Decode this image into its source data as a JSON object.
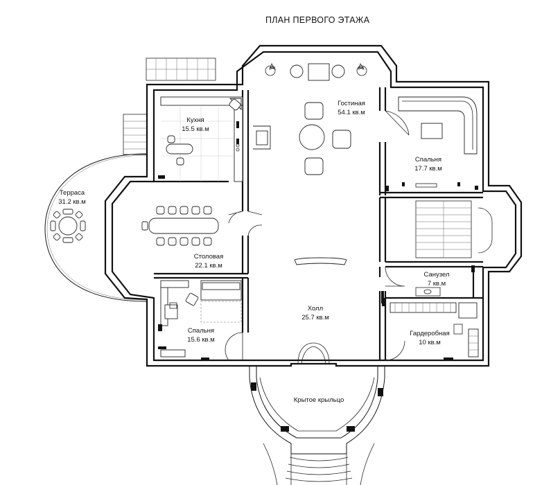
{
  "title": "ПЛАН ПЕРВОГО ЭТАЖА",
  "rooms": [
    {
      "name": "Кухня",
      "area": "15.5 кв.м"
    },
    {
      "name": "Гостиная",
      "area": "54.1 кв.м"
    },
    {
      "name": "Спальня",
      "area": "17.7 кв.м"
    },
    {
      "name": "Терраса",
      "area": "31.2 кв.м"
    },
    {
      "name": "Столовая",
      "area": "22.1 кв.м"
    },
    {
      "name": "Санузел",
      "area": "7 кв.м"
    },
    {
      "name": "Холл",
      "area": "25.7 кв.м"
    },
    {
      "name": "Гардеробная",
      "area": "10 кв.м"
    },
    {
      "name": "Спальня",
      "area": "15.6 кв.м"
    }
  ],
  "porch": {
    "name": "Крытое крыльцо"
  }
}
